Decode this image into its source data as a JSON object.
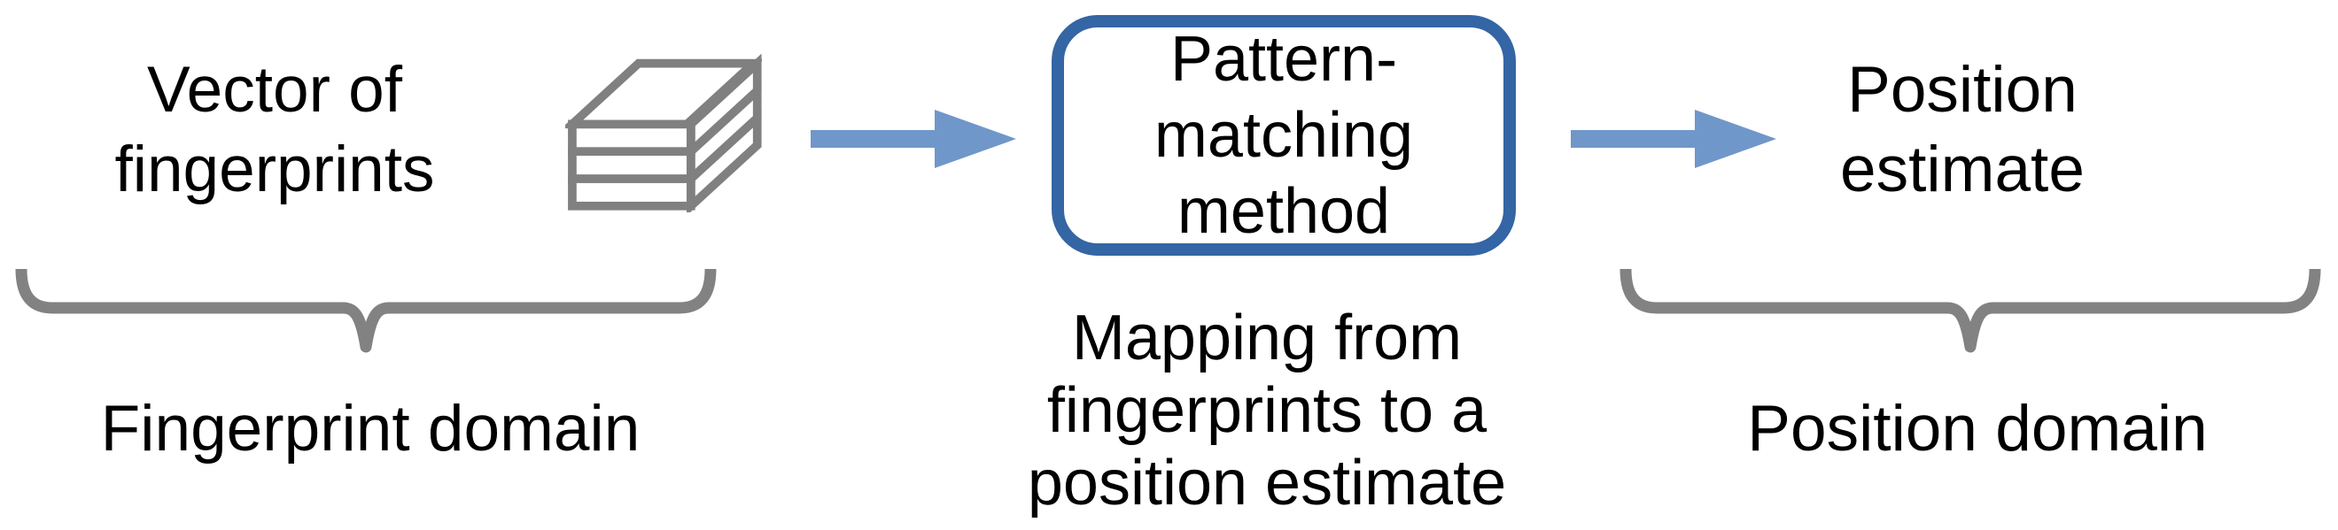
{
  "diagram": {
    "description": "Fingerprinting positioning flow diagram"
  },
  "nodes": {
    "input": {
      "label": "Vector of\nfingerprints"
    },
    "process": {
      "label": "Pattern-\nmatching\nmethod"
    },
    "output": {
      "label": "Position\nestimate"
    }
  },
  "captions": {
    "process": "Mapping from\nfingerprints to a\nposition estimate",
    "fingerprint_domain": "Fingerprint domain",
    "position_domain": "Position domain"
  },
  "icons": {
    "stack": "layered-stack-icon",
    "arrow": "right-arrow-icon",
    "brace": "underbrace-icon"
  },
  "colors": {
    "arrow": "#7097C9",
    "box_border": "#3465A4",
    "icon_gray": "#808080",
    "brace_gray": "#828282",
    "text": "#000000",
    "background": "#FFFFFF"
  }
}
